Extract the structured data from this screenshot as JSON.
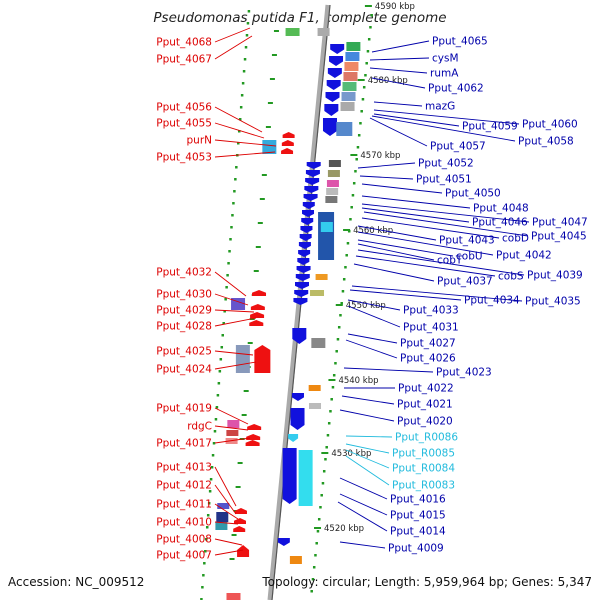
{
  "title": "Pseudomonas putida F1, complete genome",
  "accession": "Accession: NC_009512",
  "topology": "Topology: circular; Length: 5,959,964 bp; Genes: 5,347",
  "colors": {
    "forward": "#ee1111",
    "reverse": "#1111dd",
    "rna": "#33ccee",
    "axis": "#999999",
    "tick": "#229922",
    "left_label": "#dd0000",
    "right_label": "#0000aa",
    "rna_label": "#22bbdd"
  },
  "kbp_marks": [
    {
      "label": "4590 kbp"
    },
    {
      "label": "4580 kbp"
    },
    {
      "label": "4570 kbp"
    },
    {
      "label": "4560 kbp"
    },
    {
      "label": "4550 kbp"
    },
    {
      "label": "4540 kbp"
    },
    {
      "label": "4530 kbp"
    },
    {
      "label": "4520 kbp"
    }
  ],
  "left_labels": [
    "Pput_4068",
    "Pput_4067",
    "Pput_4056",
    "Pput_4055",
    "purN",
    "Pput_4053",
    "Pput_4032",
    "Pput_4030",
    "Pput_4029",
    "Pput_4028",
    "Pput_4025",
    "Pput_4024",
    "Pput_4019",
    "rdgC",
    "Pput_4017",
    "Pput_4013",
    "Pput_4012",
    "Pput_4011",
    "Pput_4010",
    "Pput_4008",
    "Pput_4007"
  ],
  "right_labels": [
    {
      "text": "Pput_4065",
      "kind": "gene"
    },
    {
      "text": "cysM",
      "kind": "gene"
    },
    {
      "text": "rumA",
      "kind": "gene"
    },
    {
      "text": "Pput_4062",
      "kind": "gene"
    },
    {
      "text": "mazG",
      "kind": "gene"
    },
    {
      "text": "Pput_4060",
      "kind": "gene"
    },
    {
      "text": "Pput_4059",
      "kind": "gene"
    },
    {
      "text": "Pput_4058",
      "kind": "gene"
    },
    {
      "text": "Pput_4057",
      "kind": "gene"
    },
    {
      "text": "Pput_4052",
      "kind": "gene"
    },
    {
      "text": "Pput_4051",
      "kind": "gene"
    },
    {
      "text": "Pput_4050",
      "kind": "gene"
    },
    {
      "text": "Pput_4048",
      "kind": "gene"
    },
    {
      "text": "Pput_4047",
      "kind": "gene"
    },
    {
      "text": "Pput_4046",
      "kind": "gene"
    },
    {
      "text": "Pput_4045",
      "kind": "gene"
    },
    {
      "text": "cobD",
      "kind": "gene"
    },
    {
      "text": "Pput_4043",
      "kind": "gene"
    },
    {
      "text": "Pput_4042",
      "kind": "gene"
    },
    {
      "text": "cobU",
      "kind": "gene"
    },
    {
      "text": "cobT",
      "kind": "gene"
    },
    {
      "text": "Pput_4039",
      "kind": "gene"
    },
    {
      "text": "cobS",
      "kind": "gene"
    },
    {
      "text": "Pput_4037",
      "kind": "gene"
    },
    {
      "text": "Pput_4035",
      "kind": "gene"
    },
    {
      "text": "Pput_4034",
      "kind": "gene"
    },
    {
      "text": "Pput_4033",
      "kind": "gene"
    },
    {
      "text": "Pput_4031",
      "kind": "gene"
    },
    {
      "text": "Pput_4027",
      "kind": "gene"
    },
    {
      "text": "Pput_4026",
      "kind": "gene"
    },
    {
      "text": "Pput_4023",
      "kind": "gene"
    },
    {
      "text": "Pput_4022",
      "kind": "gene"
    },
    {
      "text": "Pput_4021",
      "kind": "gene"
    },
    {
      "text": "Pput_4020",
      "kind": "gene"
    },
    {
      "text": "Pput_R0086",
      "kind": "rna"
    },
    {
      "text": "Pput_R0085",
      "kind": "rna"
    },
    {
      "text": "Pput_R0084",
      "kind": "rna"
    },
    {
      "text": "Pput_R0083",
      "kind": "rna"
    },
    {
      "text": "Pput_4016",
      "kind": "gene"
    },
    {
      "text": "Pput_4015",
      "kind": "gene"
    },
    {
      "text": "Pput_4014",
      "kind": "gene"
    },
    {
      "text": "Pput_4009",
      "kind": "gene"
    }
  ]
}
